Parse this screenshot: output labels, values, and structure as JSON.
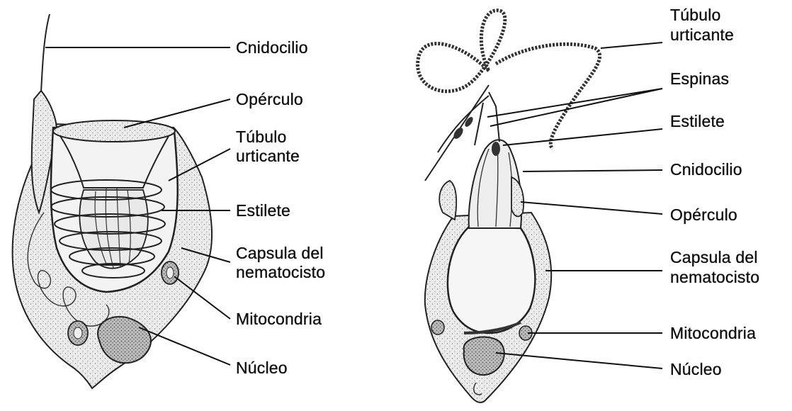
{
  "left_diagram": {
    "labels": {
      "cnidocilio": "Cnidocilio",
      "operculo": "Opérculo",
      "tubulo_1": "Túbulo",
      "tubulo_2": "urticante",
      "estilete": "Estilete",
      "capsula_1": "Capsula del",
      "capsula_2": "nematocisto",
      "mitocondria": "Mitocondria",
      "nucleo": "Núcleo"
    }
  },
  "right_diagram": {
    "labels": {
      "tubulo_1": "Túbulo",
      "tubulo_2": "urticante",
      "espinas": "Espinas",
      "estilete": "Estilete",
      "cnidocilio": "Cnidocilio",
      "operculo": "Opérculo",
      "capsula_1": "Capsula del",
      "capsula_2": "nematocisto",
      "mitocondria": "Mitocondria",
      "nucleo": "Núcleo"
    }
  }
}
